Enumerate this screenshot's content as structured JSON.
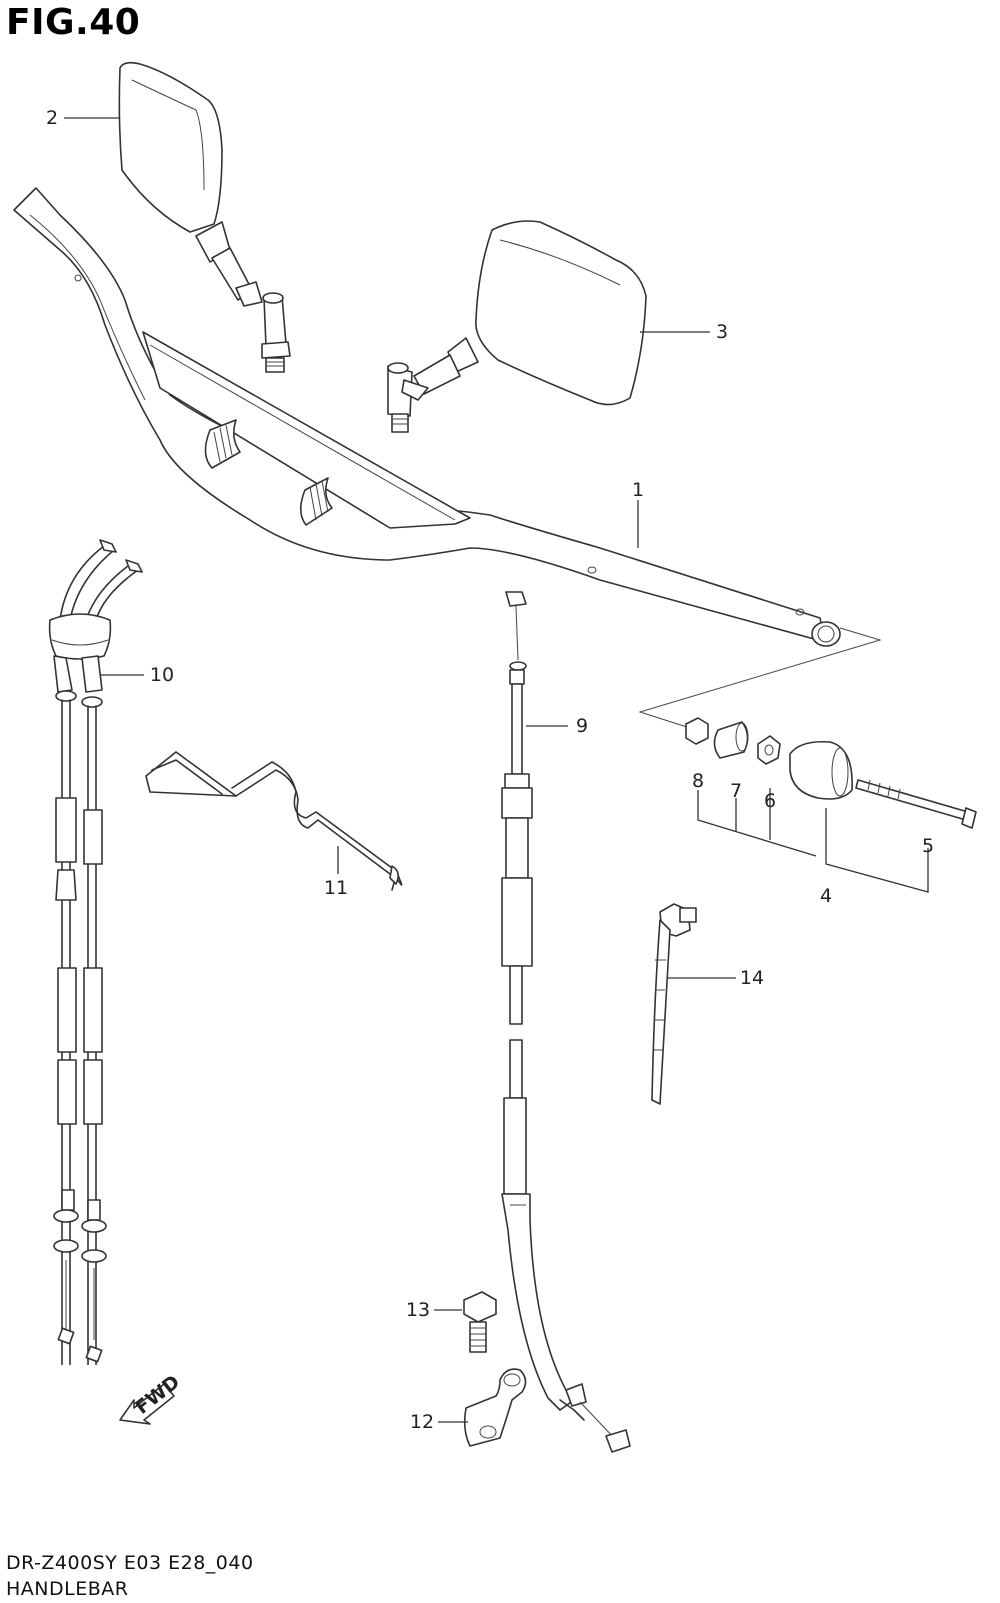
{
  "header": {
    "figure_title": "FIG.40"
  },
  "footer": {
    "model_code": "DR-Z400SY E03 E28_040",
    "diagram_name": "HANDLEBAR"
  },
  "callouts": {
    "c1": "1",
    "c2": "2",
    "c3": "3",
    "c4": "4",
    "c5": "5",
    "c6": "6",
    "c7": "7",
    "c8": "8",
    "c9": "9",
    "c10": "10",
    "c11": "11",
    "c12": "12",
    "c13": "13",
    "c14": "14"
  },
  "fwd_label": "FWD"
}
